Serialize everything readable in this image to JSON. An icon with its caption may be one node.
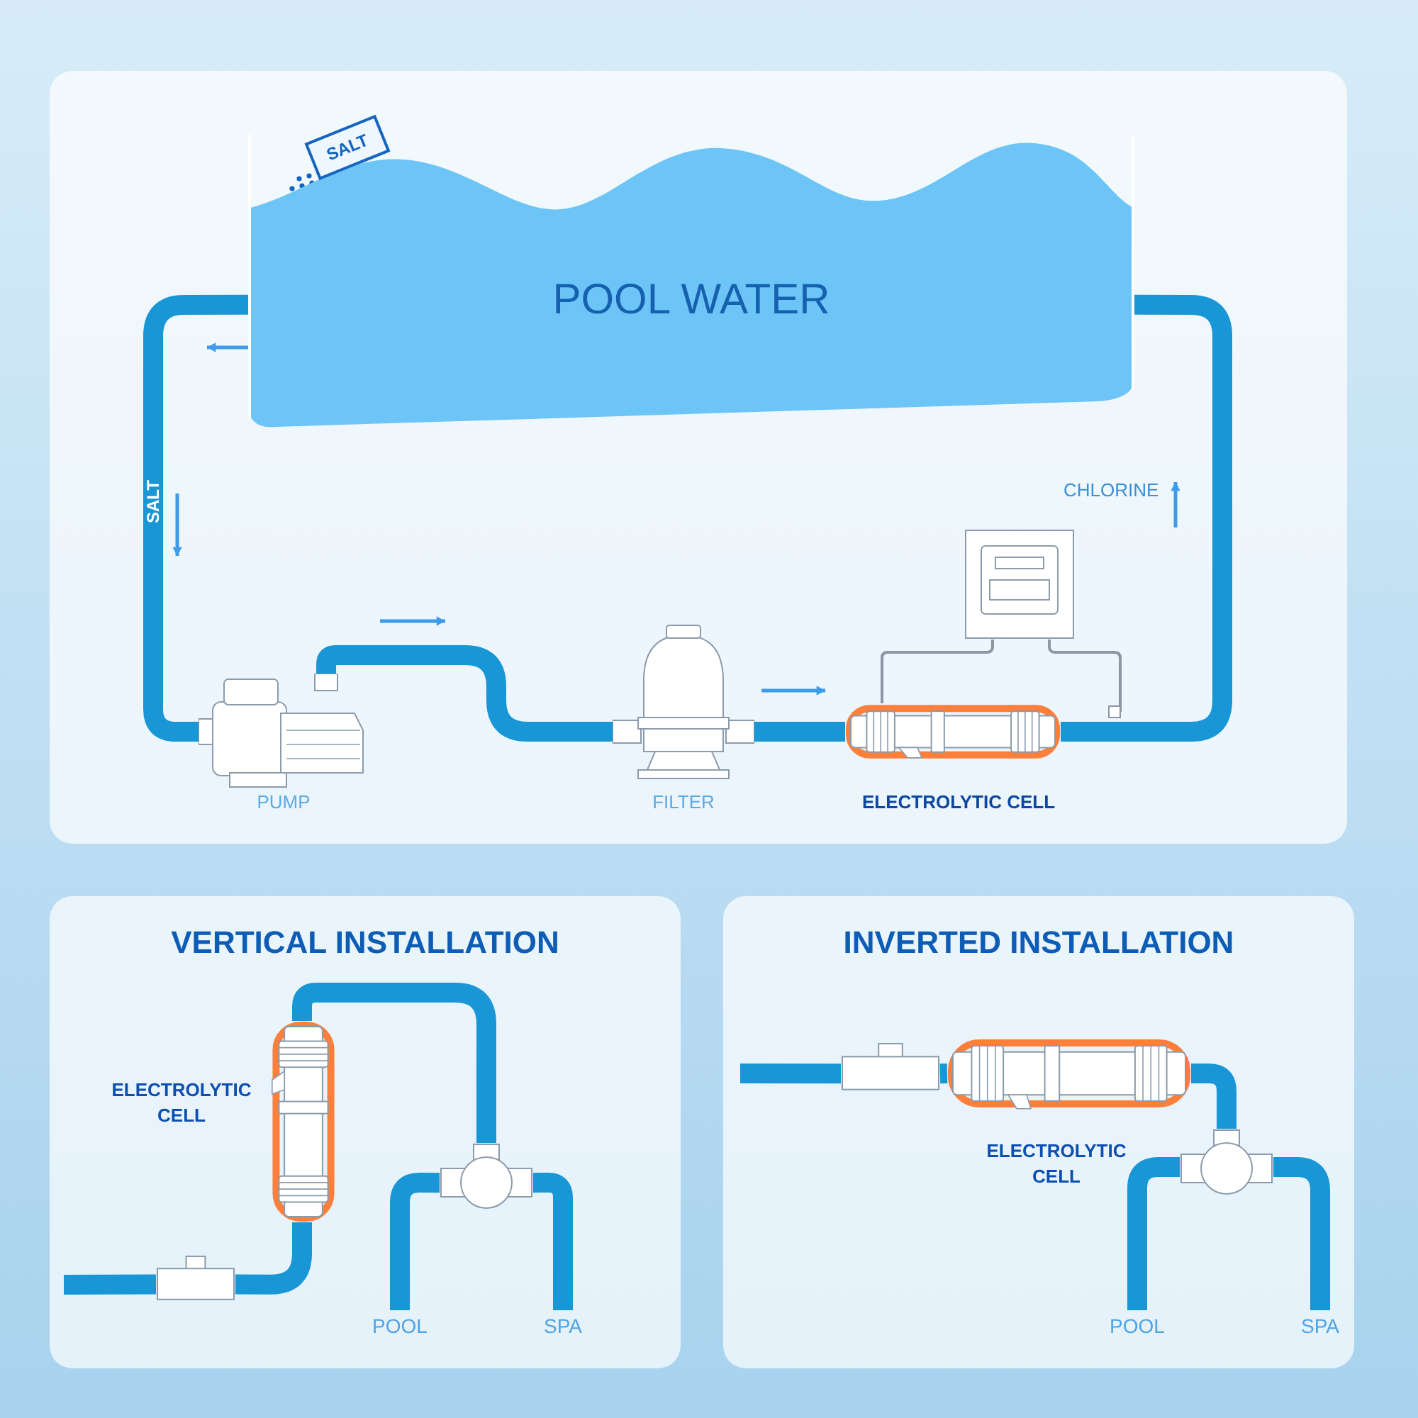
{
  "diagram": {
    "nodes": [
      {
        "text": [
          "POOL WATER"
        ]
      },
      {
        "text": [
          "SALT"
        ]
      },
      {
        "text": [],
        "shape": "picture",
        "beside": [
          "PUMP"
        ]
      },
      {
        "text": [],
        "shape": "picture",
        "beside": [
          "FILTER"
        ]
      },
      {
        "text": [],
        "shape": "picture",
        "beside": [
          "ELECTROLYTIC CELL"
        ]
      },
      {
        "text": [],
        "shape": "picture"
      },
      {
        "text": [
          "VERTICAL INSTALLATION"
        ]
      },
      {
        "text": [],
        "shape": "box",
        "in": 6
      },
      {
        "text": [],
        "shape": "picture",
        "in": 6,
        "beside": [
          "ELECTROLYTIC CELL"
        ]
      },
      {
        "text": [],
        "shape": "picture",
        "in": 6
      },
      {
        "text": [
          "POOL"
        ],
        "in": 6
      },
      {
        "text": [
          "SPA"
        ],
        "in": 6
      },
      {
        "text": [
          "INVERTED INSTALLATION"
        ]
      },
      {
        "text": [],
        "shape": "box",
        "in": 12
      },
      {
        "text": [],
        "shape": "picture",
        "in": 12,
        "beside": [
          "ELECTROLYTIC CELL"
        ]
      },
      {
        "text": [],
        "shape": "picture",
        "in": 12
      },
      {
        "text": [
          "POOL"
        ],
        "in": 12
      },
      {
        "text": [
          "SPA"
        ],
        "in": 12
      }
    ],
    "edges": [
      {
        "from": 0,
        "to": 2,
        "arrow": "none",
        "label": "SALT"
      },
      {
        "from": 2,
        "to": 3,
        "arrow": "none"
      },
      {
        "from": 3,
        "to": 4,
        "arrow": "none"
      },
      {
        "from": 4,
        "to": 0,
        "arrow": "none"
      },
      {
        "from": 5,
        "to": 4,
        "arrow": "none",
        "color": "#8a96a3"
      },
      {
        "from": 5,
        "to": null,
        "arrow": "other",
        "color": "#8a96a3"
      },
      {
        "from": null,
        "to": 7,
        "arrow": "none"
      },
      {
        "from": 7,
        "to": 8,
        "arrow": "none"
      },
      {
        "from": 8,
        "to": 9,
        "arrow": "none"
      },
      {
        "from": 9,
        "to": 10,
        "arrow": "none"
      },
      {
        "from": 9,
        "to": 11,
        "arrow": "none"
      },
      {
        "from": null,
        "to": 13,
        "arrow": "none"
      },
      {
        "from": 13,
        "to": 14,
        "arrow": "none"
      },
      {
        "from": 14,
        "to": 15,
        "arrow": "none"
      },
      {
        "from": 15,
        "to": 16,
        "arrow": "none"
      },
      {
        "from": 15,
        "to": 17,
        "arrow": "none"
      }
    ],
    "labels": [
      "CHLORINE"
    ]
  }
}
